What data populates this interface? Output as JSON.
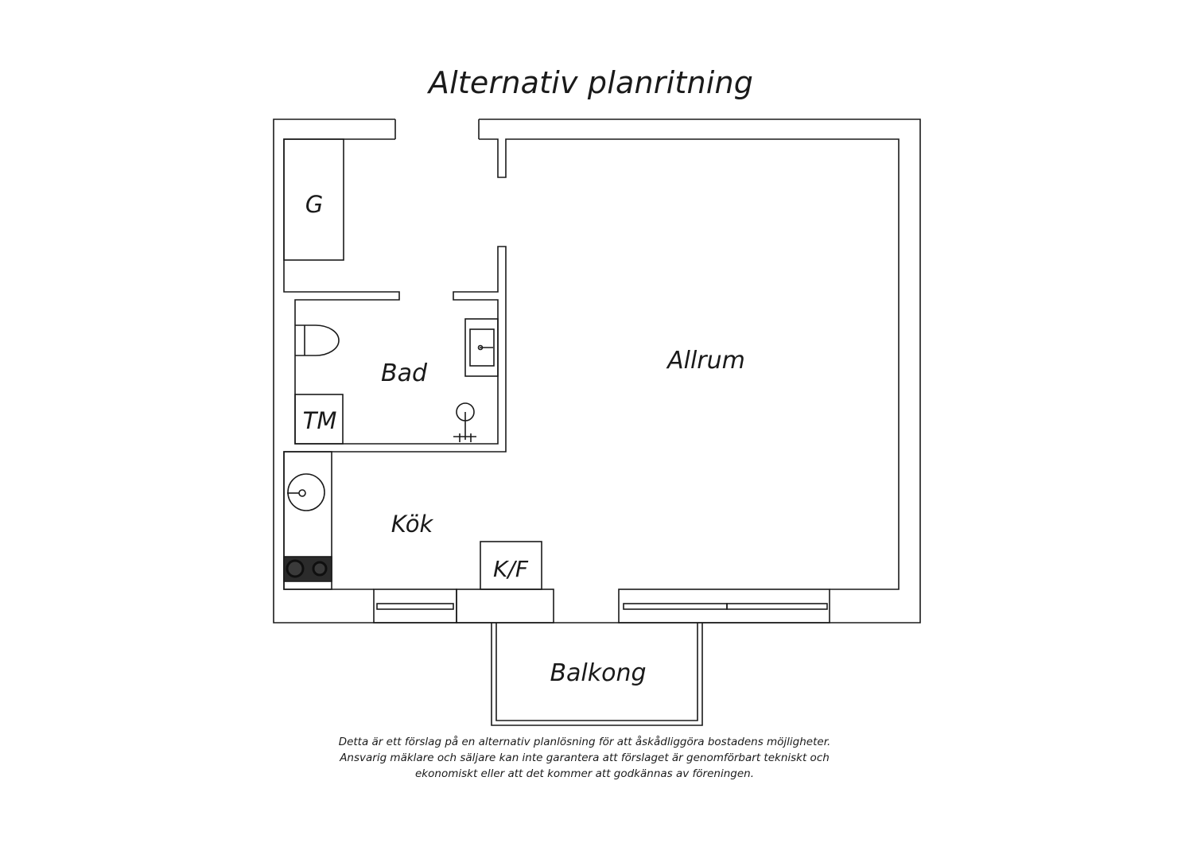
{
  "title": "Alternativ planritning",
  "rooms": {
    "closet": "G",
    "bathroom": "Bad",
    "laundry": "TM",
    "kitchen": "Kök",
    "fridge_freezer": "K/F",
    "living_room": "Allrum",
    "balcony": "Balkong"
  },
  "disclaimer": [
    "Detta är ett förslag på en alternativ planlösning för att åskådliggöra bostadens möjligheter.",
    "Ansvarig mäklare och säljare kan inte garantera att förslaget är genomförbart tekniskt och",
    "ekonomiskt eller att det kommer att godkännas av föreningen."
  ],
  "colors": {
    "wall": "#1a1a1a",
    "background": "#ffffff",
    "stove": "#2b2b2b"
  }
}
